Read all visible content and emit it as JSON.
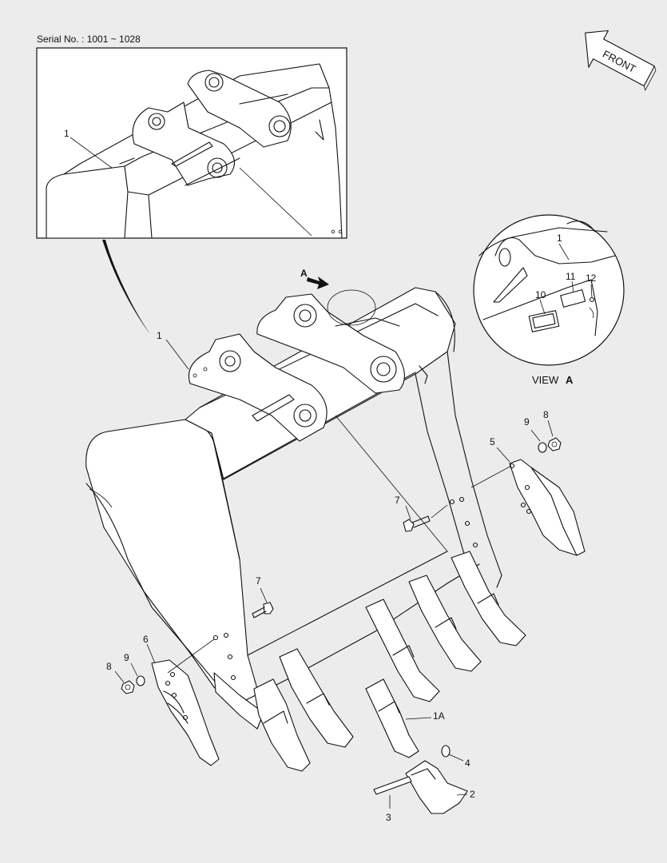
{
  "serial_text": "Serial No. : 1001 ~ 1028",
  "front_label": "FRONT",
  "view_label": "VIEW",
  "view_letter": "A",
  "arrow_letter": "A",
  "labels": {
    "inset_1": "1",
    "main_1": "1",
    "view_1": "1",
    "p10": "10",
    "p11": "11",
    "p12": "12",
    "p9_right": "9",
    "p8_right": "8",
    "p5": "5",
    "p7_upper": "7",
    "p7_lower": "7",
    "p6": "6",
    "p8_left": "8",
    "p9_left": "9",
    "p1A": "1A",
    "p4": "4",
    "p3": "3",
    "p2": "2"
  }
}
